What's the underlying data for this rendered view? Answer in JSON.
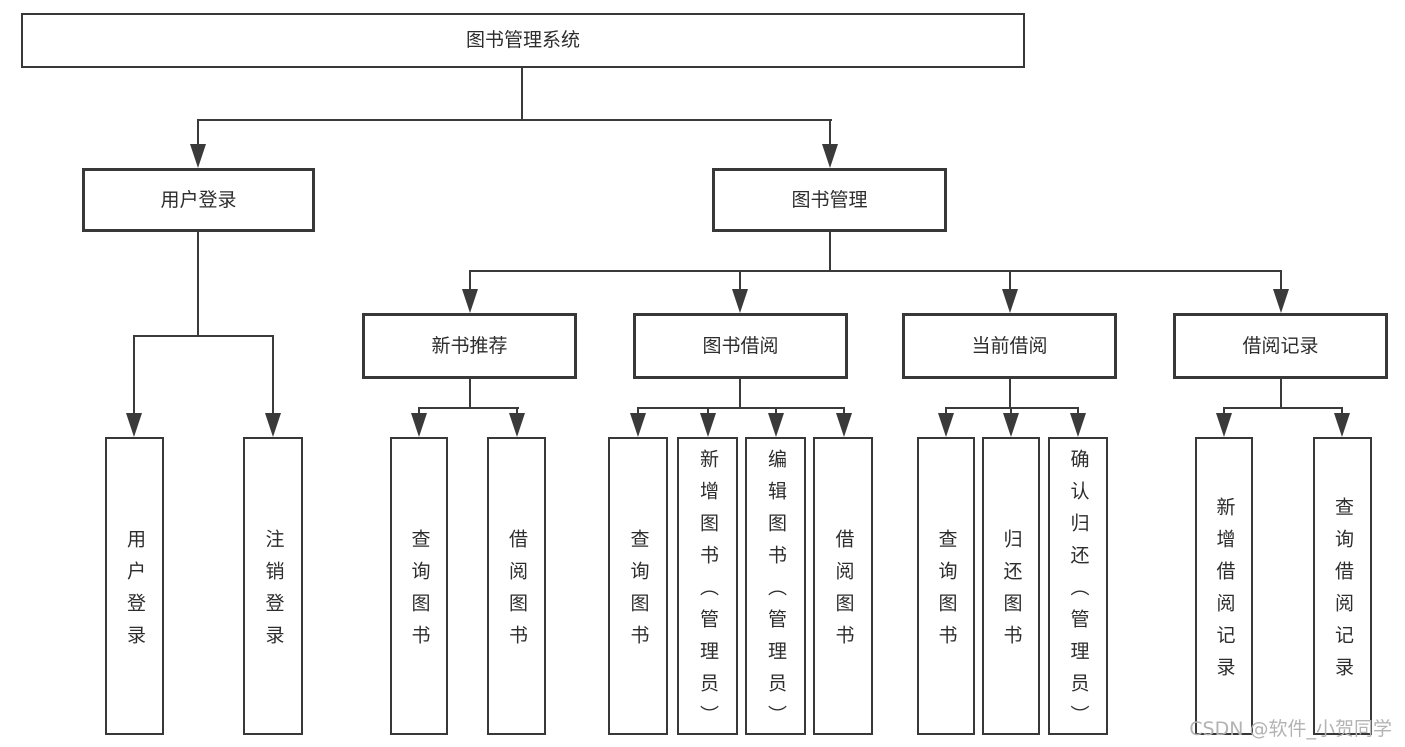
{
  "diagram": {
    "root": "图书管理系统",
    "level2": {
      "user_login": "用户登录",
      "book_management": "图书管理"
    },
    "level3": {
      "new_book": "新书推荐",
      "book_borrow": "图书借阅",
      "current_borrow": "当前借阅",
      "borrow_record": "借阅记录"
    },
    "leaves": {
      "user": [
        "用户登录",
        "注销登录"
      ],
      "new_book": [
        "查询图书",
        "借阅图书"
      ],
      "book_borrow": [
        "查询图书",
        "新增图书（管理员）",
        "编辑图书（管理员）",
        "借阅图书"
      ],
      "current_borrow": [
        "查询图书",
        "归还图书",
        "确认归还（管理员）"
      ],
      "borrow_record": [
        "新增借阅记录",
        "查询借阅记录"
      ]
    }
  },
  "watermark": "CSDN @软件_小贺同学",
  "colors": {
    "background": "#ffffff",
    "box_fill": "#ffffff",
    "box_border": "#383838",
    "line": "#3a3a3a",
    "text": "#2d2d2d",
    "watermark": "#b3b3b3"
  }
}
